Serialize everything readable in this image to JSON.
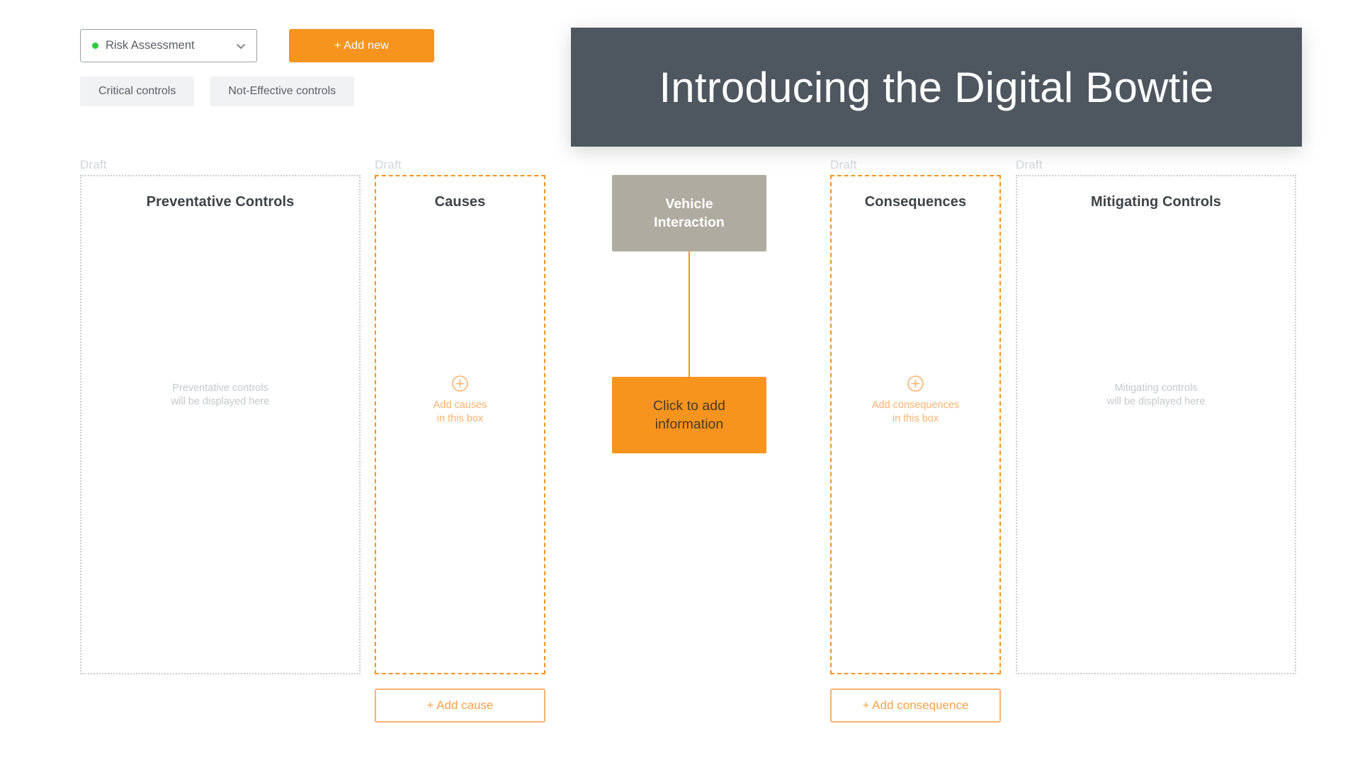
{
  "toolbar": {
    "risk_select": {
      "value": "Risk Assessment",
      "status_dot_color": "#2ecc40",
      "chevron_icon": "chevron-down-icon"
    },
    "add_new_label": "+ Add new",
    "filters": [
      {
        "label": "Critical controls"
      },
      {
        "label": "Not-Effective controls"
      }
    ]
  },
  "banner": {
    "title": "Introducing the Digital Bowtie",
    "background_color": "#4e565f",
    "text_color": "#ffffff"
  },
  "columns": [
    {
      "status": "Draft",
      "title": "Preventative Controls",
      "placeholder_line1": "Preventative controls",
      "placeholder_line2": "will be displayed here",
      "border_style": "dotted-gray",
      "has_plus_icon": false,
      "plus_icon": "",
      "footer_button": ""
    },
    {
      "status": "Draft",
      "title": "Causes",
      "placeholder_line1": "Add causes",
      "placeholder_line2": "in this box",
      "border_style": "dashed-orange",
      "has_plus_icon": true,
      "plus_icon": "plus-circle-icon",
      "footer_button": "+ Add cause"
    },
    {
      "status": "Draft",
      "title": "Consequences",
      "placeholder_line1": "Add consequences",
      "placeholder_line2": "in this box",
      "border_style": "dashed-orange",
      "has_plus_icon": true,
      "plus_icon": "plus-circle-icon",
      "footer_button": "+ Add consequence"
    },
    {
      "status": "Draft",
      "title": "Mitigating Controls",
      "placeholder_line1": "Mitigating controls",
      "placeholder_line2": "will be displayed here",
      "border_style": "dotted-gray",
      "has_plus_icon": false,
      "plus_icon": "",
      "footer_button": ""
    }
  ],
  "center": {
    "hazard_node": {
      "line1": "Vehicle",
      "line2": "Interaction",
      "background_color": "#b0aba0"
    },
    "event_node": {
      "line1": "Click to add",
      "line2": "information",
      "background_color": "#f7941e"
    },
    "connector_color": "#f7941e"
  },
  "theme": {
    "accent_orange": "#f7941e",
    "accent_orange_light": "#f9b270",
    "slate": "#4e565f",
    "muted_gray": "#c9ccd0"
  }
}
